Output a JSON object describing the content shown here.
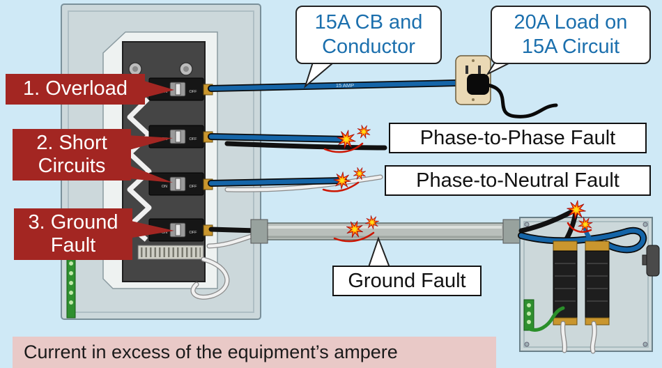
{
  "colors": {
    "background": "#cfe9f6",
    "label_red": "#a32622",
    "callout_blue_text": "#1b6fad",
    "wire_blue": "#1565a8",
    "caption_bg": "#e9c9c7",
    "spark_red": "#e3170d",
    "spark_yellow": "#ffe01a"
  },
  "panel_labels": {
    "overload": "1. Overload",
    "short_circuits": "2. Short\nCircuits",
    "ground_fault": "3. Ground\nFault"
  },
  "callouts": {
    "cb_and_conductor": "15A CB and\nConductor",
    "load_on_circuit": "20A Load on\n15A Circuit",
    "phase_to_phase": "Phase-to-Phase Fault",
    "phase_to_neutral": "Phase-to-Neutral Fault",
    "ground_fault": "Ground Fault"
  },
  "wire_labels": {
    "amp_15": "15 AMP"
  },
  "breaker": {
    "on": "ON",
    "off": "OFF"
  },
  "caption": "Current in excess of the equipment’s ampere"
}
